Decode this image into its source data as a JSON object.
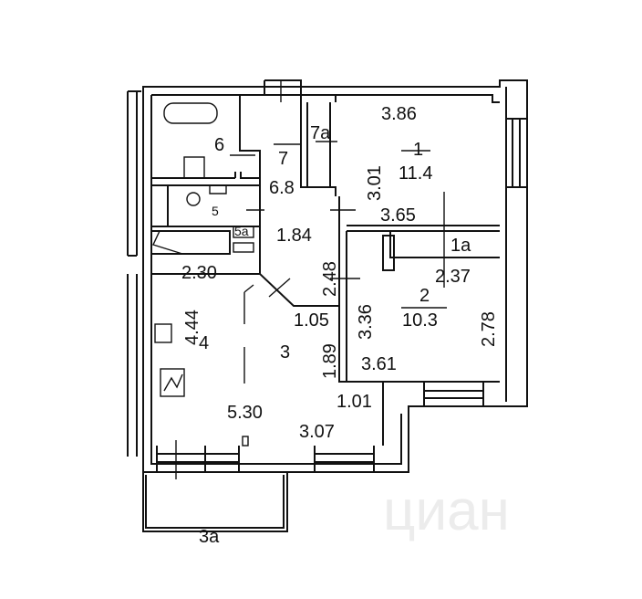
{
  "watermark": "циан",
  "rooms": {
    "r1": {
      "number": "1",
      "area": "11.4"
    },
    "r1a": {
      "number": "1a"
    },
    "r2": {
      "number": "2",
      "area": "10.3"
    },
    "r3": {
      "number": "3"
    },
    "r3a": {
      "number": "3a"
    },
    "r4": {
      "number": "4"
    },
    "r5": {
      "number": "5"
    },
    "r5a": {
      "number": "5a"
    },
    "r6": {
      "number": "6"
    },
    "r7": {
      "number": "7",
      "area": "6.8"
    },
    "r7a": {
      "number": "7a"
    }
  },
  "dimensions": {
    "d386": "3.86",
    "d301": "3.01",
    "d365": "3.65",
    "d184": "1.84",
    "d248": "2.48",
    "d237": "2.37",
    "d230": "2.30",
    "d444": "4.44",
    "d105": "1.05",
    "d336": "3.36",
    "d278": "2.78",
    "d189": "1.89",
    "d361": "3.61",
    "d101": "1.01",
    "d530": "5.30",
    "d307": "3.07"
  }
}
